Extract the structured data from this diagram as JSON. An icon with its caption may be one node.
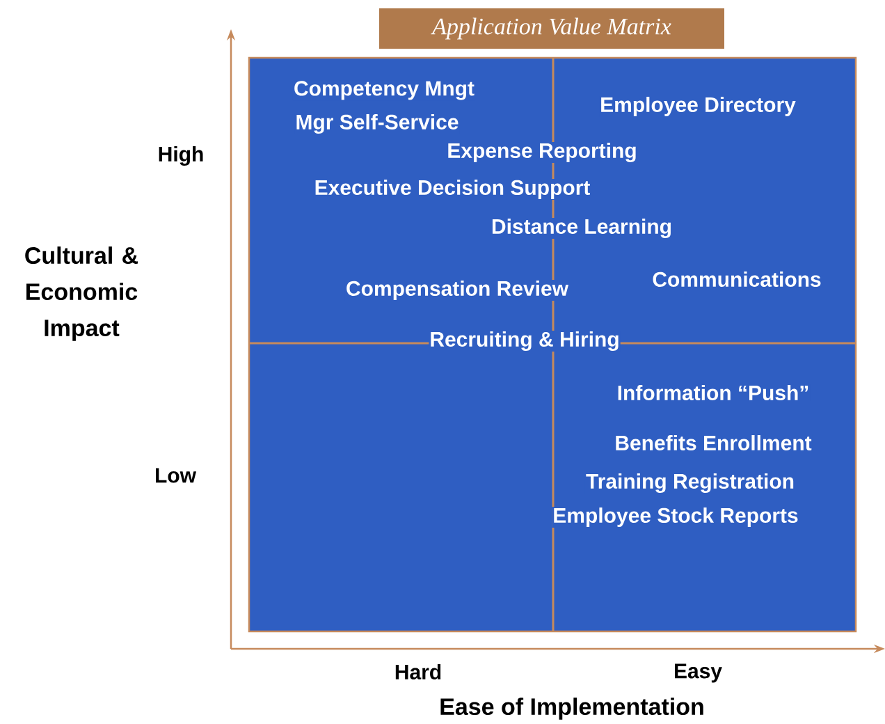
{
  "diagram": {
    "title": "Application Value Matrix",
    "labels": [
      "Competency Mngt",
      "Mgr Self-Service",
      "Employee Directory",
      "Expense Reporting",
      "Executive Decision Support",
      "Distance Learning",
      "Compensation Review",
      "Communications",
      "Recruiting & Hiring",
      "Information “Push”",
      "Benefits Enrollment",
      "Training Registration",
      "Employee Stock Reports",
      "High",
      "Cultural & Economic Impact",
      "Low",
      "Hard",
      "Easy",
      "Ease of Implementation"
    ]
  }
}
